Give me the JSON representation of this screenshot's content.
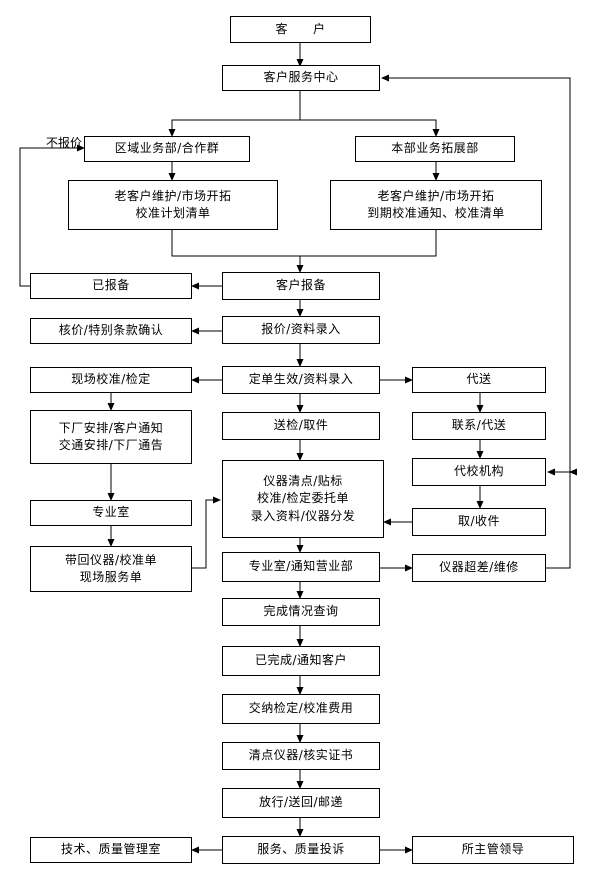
{
  "nodes": {
    "customer": {
      "lines": [
        "客　　户"
      ]
    },
    "service_center": {
      "lines": [
        "客户服务中心"
      ]
    },
    "regional_dept": {
      "lines": [
        "区域业务部/合作群"
      ]
    },
    "hq_dept": {
      "lines": [
        "本部业务拓展部"
      ]
    },
    "calib_plan_list": {
      "lines": [
        "老客户维护/市场开拓",
        "校准计划清单"
      ]
    },
    "expiry_notice": {
      "lines": [
        "老客户维护/市场开拓",
        "到期校准通知、校准清单"
      ]
    },
    "already_filed": {
      "lines": [
        "已报备"
      ]
    },
    "customer_filing": {
      "lines": [
        "客户报备"
      ]
    },
    "price_confirm": {
      "lines": [
        "核价/特别条款确认"
      ]
    },
    "quote_entry": {
      "lines": [
        "报价/资料录入"
      ]
    },
    "onsite_calib": {
      "lines": [
        "现场校准/检定"
      ]
    },
    "order_entry": {
      "lines": [
        "定单生效/资料录入"
      ]
    },
    "proxy_delivery": {
      "lines": [
        "代送"
      ]
    },
    "factory_arrange": {
      "lines": [
        "下厂安排/客户通知",
        "交通安排/下厂通告"
      ]
    },
    "send_pickup": {
      "lines": [
        "送检/取件"
      ]
    },
    "contact_proxy": {
      "lines": [
        "联系/代送"
      ]
    },
    "calib_agency": {
      "lines": [
        "代校机构"
      ]
    },
    "instrument_intake": {
      "lines": [
        "仪器清点/贴标",
        "校准/检定委托单",
        "录入资料/仪器分发"
      ]
    },
    "receive_docs": {
      "lines": [
        "取/收件"
      ]
    },
    "lab_left": {
      "lines": [
        "专业室"
      ]
    },
    "bring_back": {
      "lines": [
        "带回仪器/校准单",
        "现场服务单"
      ]
    },
    "lab_notify": {
      "lines": [
        "专业室/通知营业部"
      ]
    },
    "out_of_tolerance": {
      "lines": [
        "仪器超差/维修"
      ]
    },
    "status_query": {
      "lines": [
        "完成情况查询"
      ]
    },
    "completed_notify": {
      "lines": [
        "已完成/通知客户"
      ]
    },
    "pay_fees": {
      "lines": [
        "交纳检定/校准费用"
      ]
    },
    "verify_certs": {
      "lines": [
        "清点仪器/核实证书"
      ]
    },
    "release": {
      "lines": [
        "放行/送回/邮递"
      ]
    },
    "complaint": {
      "lines": [
        "服务、质量投诉"
      ]
    },
    "qa_office": {
      "lines": [
        "技术、质量管理室"
      ]
    },
    "supervisor": {
      "lines": [
        "所主管领导"
      ]
    }
  },
  "labels": {
    "no_quote": "不报价"
  },
  "colors": {
    "line": "#000000",
    "box_border": "#000000",
    "box_fill": "#ffffff",
    "text": "#000000"
  }
}
